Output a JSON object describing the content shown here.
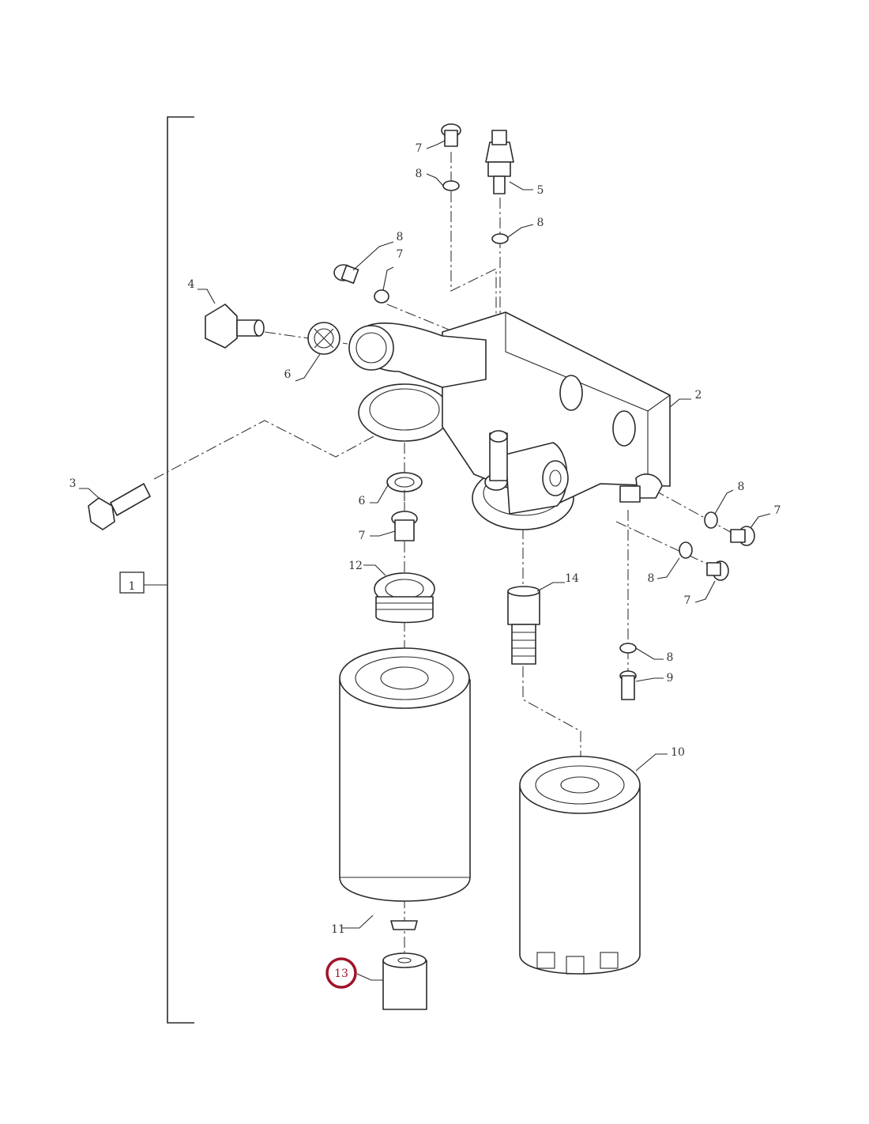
{
  "diagram": {
    "assembly_label": "1",
    "highlight_color": "#a0142a",
    "callouts": [
      {
        "label": "7"
      },
      {
        "label": "8"
      },
      {
        "label": "5"
      },
      {
        "label": "8"
      },
      {
        "label": "8"
      },
      {
        "label": "7"
      },
      {
        "label": "4"
      },
      {
        "label": "6"
      },
      {
        "label": "2"
      },
      {
        "label": "3"
      },
      {
        "label": "6"
      },
      {
        "label": "7"
      },
      {
        "label": "8"
      },
      {
        "label": "7"
      },
      {
        "label": "8"
      },
      {
        "label": "7"
      },
      {
        "label": "12"
      },
      {
        "label": "14"
      },
      {
        "label": "8"
      },
      {
        "label": "9"
      },
      {
        "label": "10"
      },
      {
        "label": "11"
      },
      {
        "label": "13",
        "highlighted": true
      }
    ]
  }
}
